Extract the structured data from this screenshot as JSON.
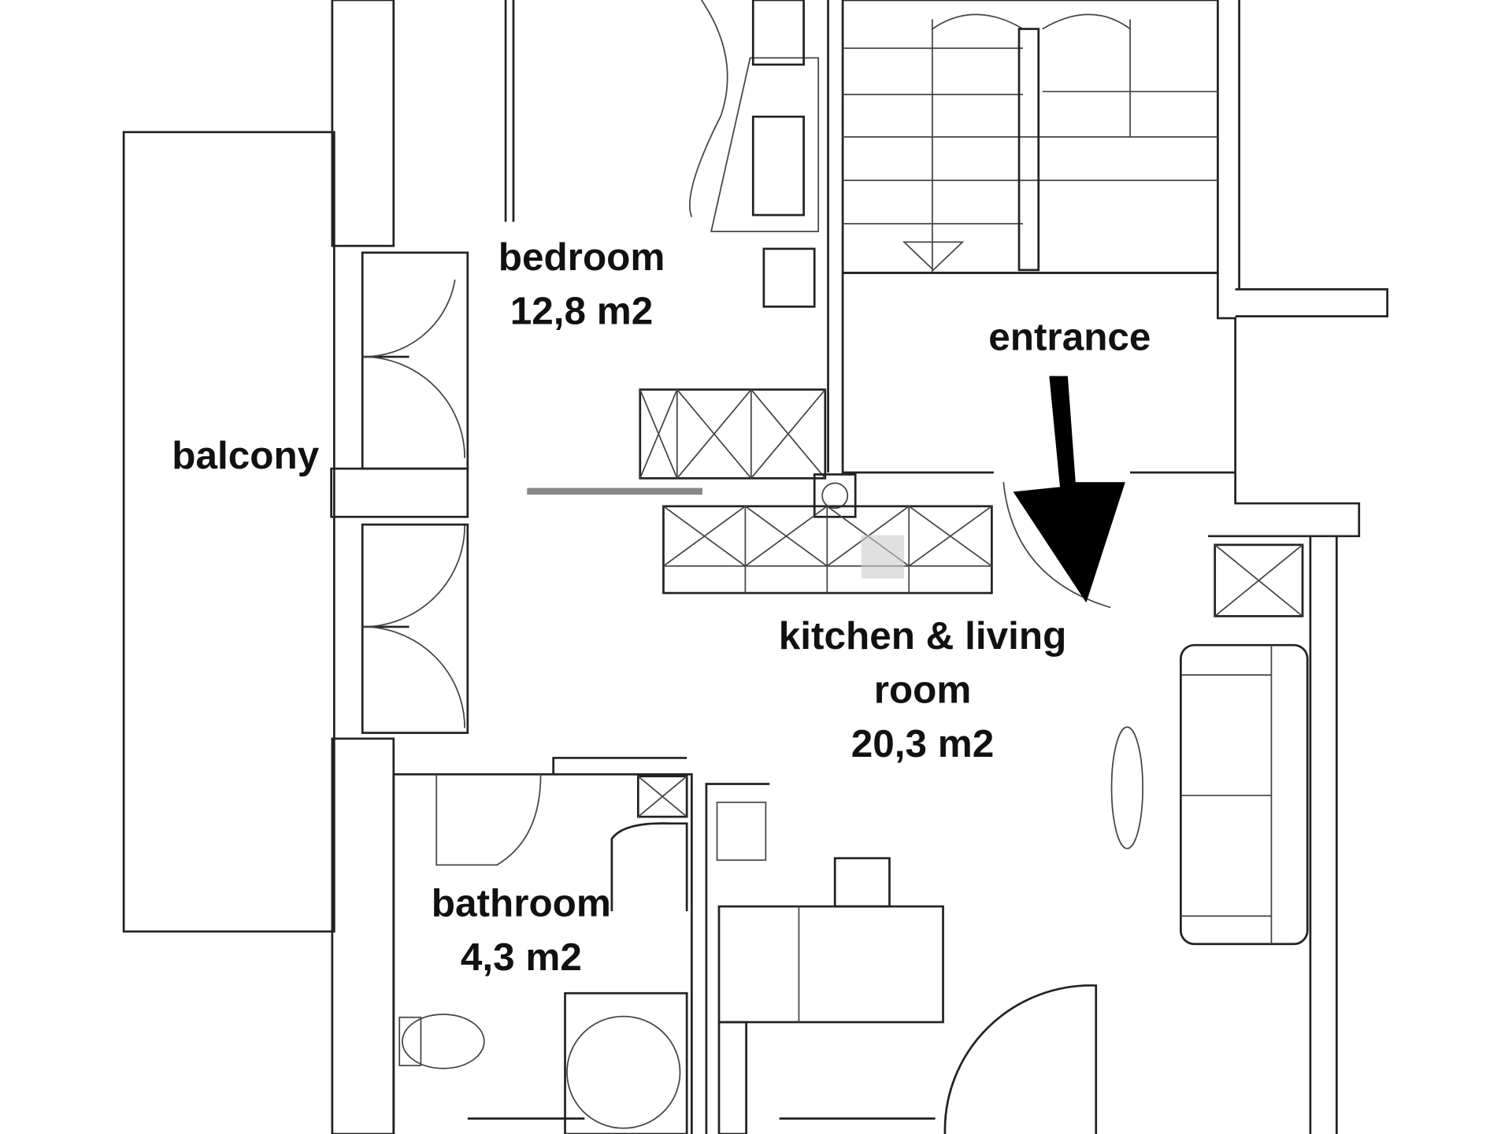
{
  "rooms": {
    "bedroom": {
      "name": "bedroom",
      "area": "12,8 m2"
    },
    "entrance": {
      "name": "entrance"
    },
    "balcony": {
      "name": "balcony"
    },
    "kitchen_living": {
      "name_line1": "kitchen & living",
      "name_line2": "room",
      "area": "20,3 m2"
    },
    "bathroom": {
      "name": "bathroom",
      "area": "4,3 m2"
    }
  },
  "colors": {
    "line": "#222222",
    "arrow": "#000000",
    "background": "#ffffff"
  }
}
